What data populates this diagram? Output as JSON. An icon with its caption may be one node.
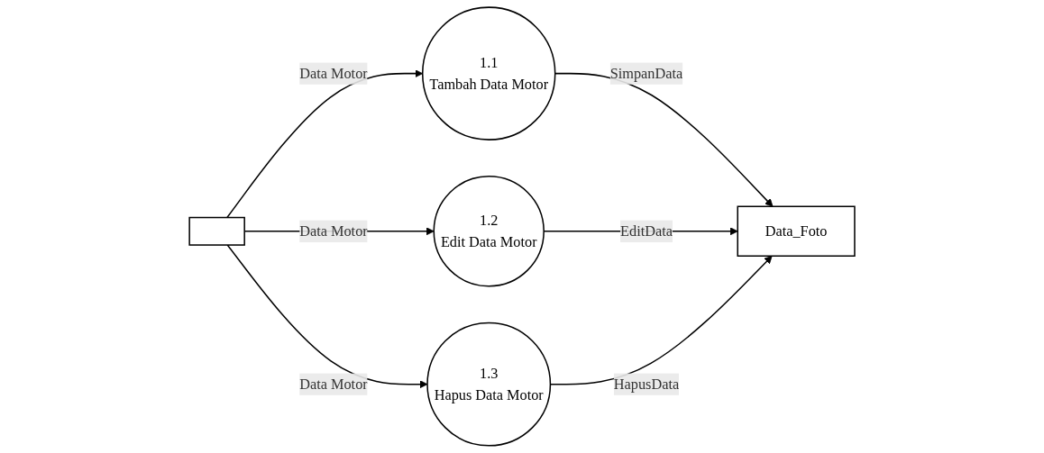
{
  "diagram": {
    "nodes": [
      {
        "text": [],
        "shape": "box"
      },
      {
        "text": [
          "1.1",
          "Tambah Data Motor"
        ]
      },
      {
        "text": [
          "1.2",
          "Edit Data Motor"
        ]
      },
      {
        "text": [
          "1.3",
          "Hapus Data Motor"
        ]
      },
      {
        "text": [
          "Data_Foto"
        ]
      }
    ],
    "edges": [
      {
        "from": 0,
        "to": 1,
        "arrow": "to",
        "label": "Data Motor"
      },
      {
        "from": 0,
        "to": 2,
        "arrow": "to",
        "label": "Data Motor"
      },
      {
        "from": 0,
        "to": 3,
        "arrow": "to",
        "label": "Data Motor"
      },
      {
        "from": 1,
        "to": 4,
        "arrow": "to",
        "label": "SimpanData"
      },
      {
        "from": 2,
        "to": 4,
        "arrow": "to",
        "label": "EditData"
      },
      {
        "from": 3,
        "to": 4,
        "arrow": "to",
        "label": "HapusData"
      }
    ]
  }
}
